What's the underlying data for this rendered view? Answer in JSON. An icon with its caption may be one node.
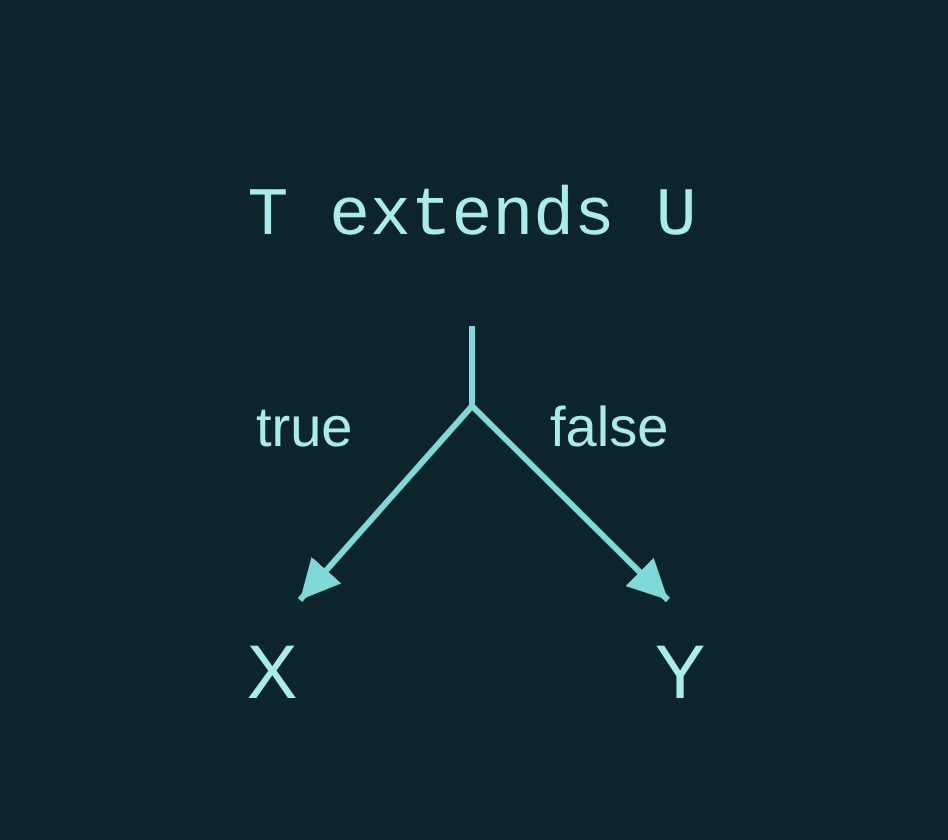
{
  "diagram": {
    "nodes": [
      {
        "text": [
          "T extends U"
        ]
      },
      {
        "text": [
          "X"
        ]
      },
      {
        "text": [
          "Y"
        ]
      }
    ],
    "edges": [
      {
        "from": 0,
        "to": 1,
        "arrow": "to",
        "label": "true"
      },
      {
        "from": 0,
        "to": 2,
        "arrow": "to",
        "label": "false"
      }
    ]
  }
}
